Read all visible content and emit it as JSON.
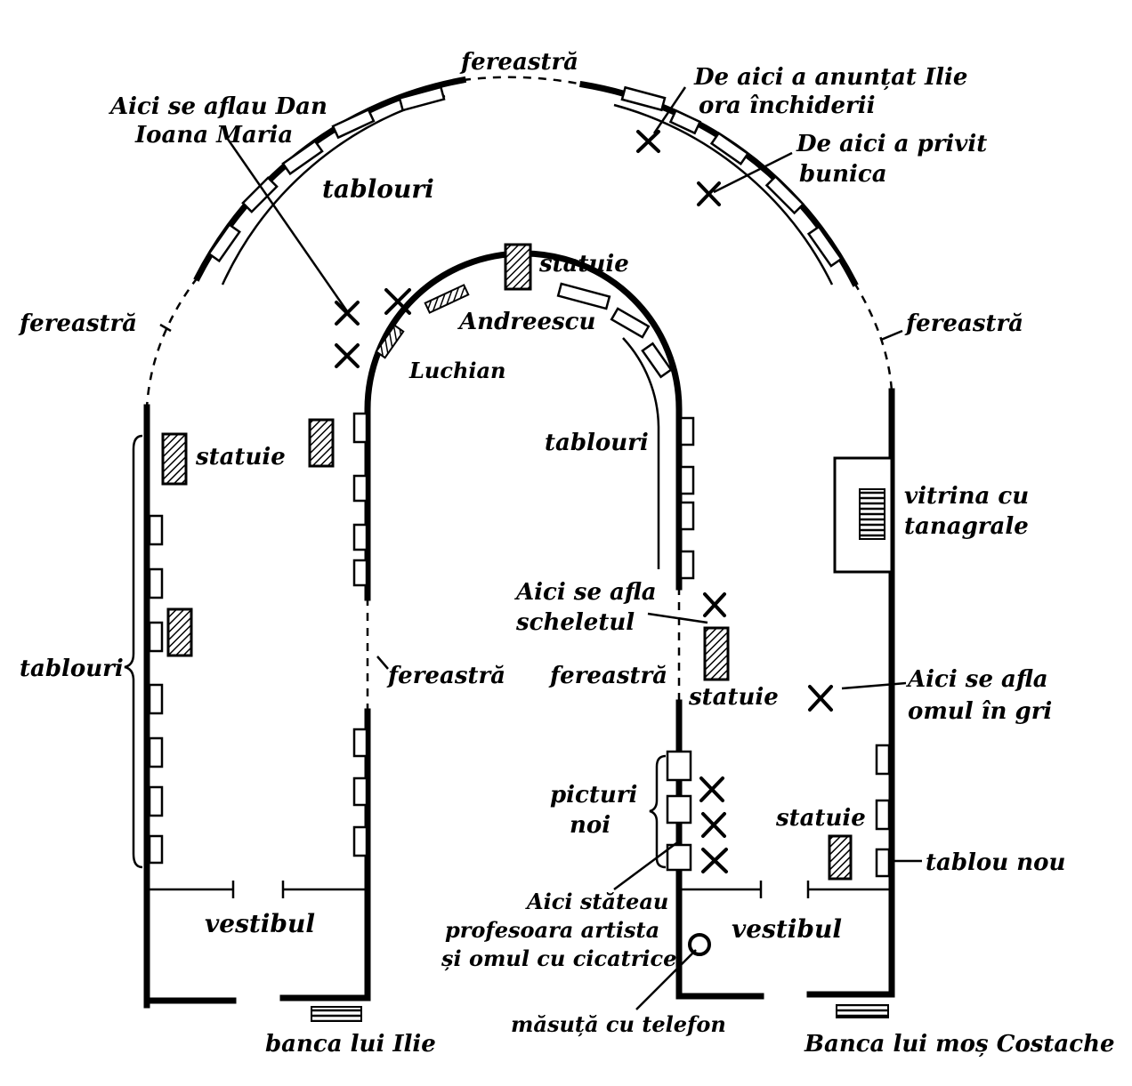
{
  "labels": {
    "fereastra_top": "fereastră",
    "fereastra_left": "fereastră",
    "fereastra_right": "fereastră",
    "fereastra_inner_left": "fereastră",
    "fereastra_inner_right": "fereastră",
    "dan_line1": "Aici se aflau Dan",
    "dan_line2": "Ioana Maria",
    "ilie_line1": "De aici a anunțat Ilie",
    "ilie_line2": "ora închiderii",
    "bunica_line1": "De aici a privit",
    "bunica_line2": "bunica",
    "tablouri_outer_arch": "tablouri",
    "tablouri_inner_arch": "tablouri",
    "tablouri_left": "tablouri",
    "statuie_top": "statuie",
    "statuie_left": "statuie",
    "statuie_mid": "statuie",
    "statuie_right": "statuie",
    "andreescu": "Andreescu",
    "luchian": "Luchian",
    "vitrina_line1": "vitrina cu",
    "vitrina_line2": "tanagrale",
    "schelet_line1": "Aici se afla",
    "schelet_line2": "scheletul",
    "omul_line1": "Aici se afla",
    "omul_line2": "omul în gri",
    "picturi_line1": "picturi",
    "picturi_line2": "noi",
    "tablou_nou": "tablou nou",
    "prof_line1": "Aici stăteau",
    "prof_line2": "profesoara artista",
    "prof_line3": "și omul cu cicatrice",
    "masuta": "măsuță cu telefon",
    "vestibul_left": "vestibul",
    "vestibul_right": "vestibul",
    "banca_ilie": "banca lui Ilie",
    "banca_costache": "Banca lui moș Costache"
  }
}
